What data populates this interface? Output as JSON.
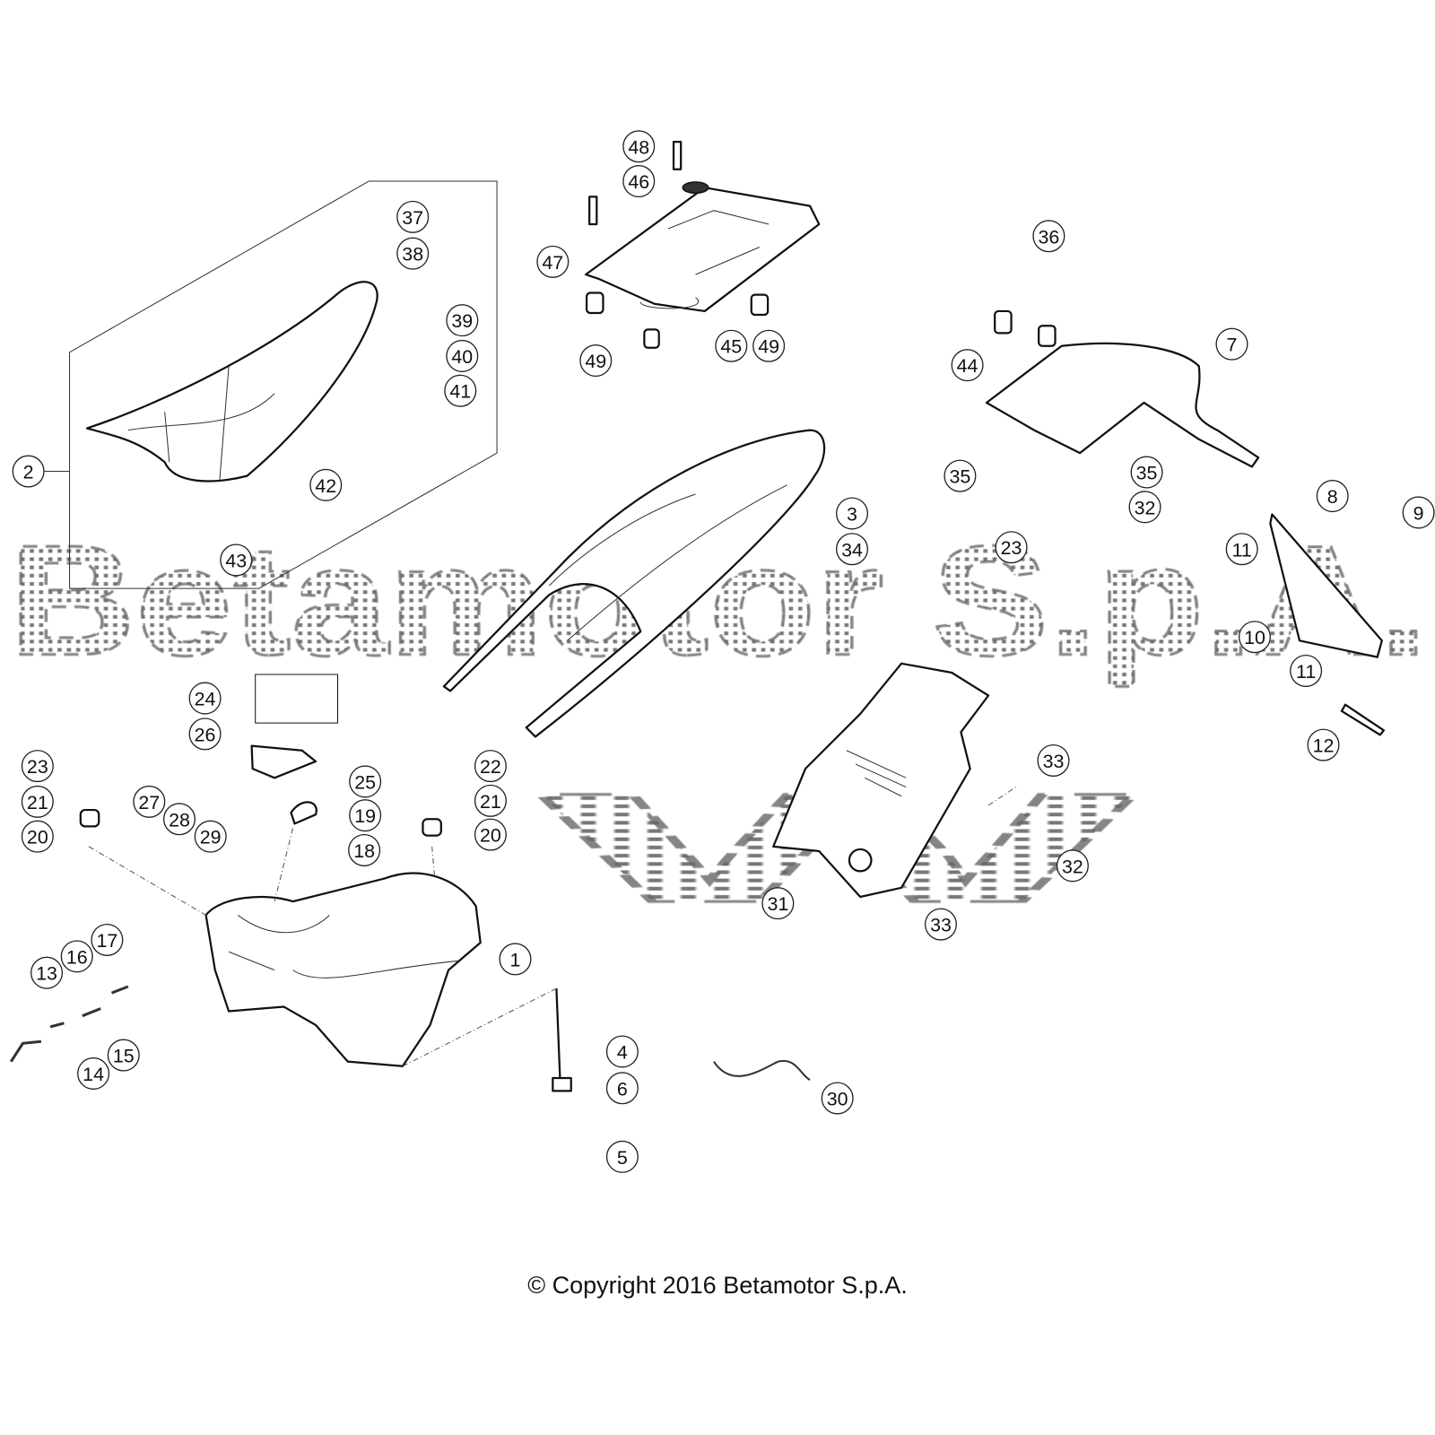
{
  "diagram": {
    "watermark_line1": "Betamotor S.p.A.",
    "watermark_line2": "W",
    "copyright": "© Copyright 2016 Betamotor S.p.A.",
    "callouts": [
      "48",
      "46",
      "47",
      "45",
      "49",
      "49",
      "37",
      "38",
      "39",
      "40",
      "41",
      "42",
      "43",
      "2",
      "36",
      "7",
      "44",
      "35",
      "35",
      "32",
      "23",
      "3",
      "34",
      "8",
      "9",
      "11",
      "10",
      "11",
      "12",
      "24",
      "26",
      "23",
      "21",
      "20",
      "27",
      "28",
      "29",
      "25",
      "19",
      "18",
      "22",
      "21",
      "20",
      "33",
      "32",
      "33",
      "31",
      "1",
      "17",
      "16",
      "13",
      "15",
      "14",
      "4",
      "6",
      "5",
      "30"
    ]
  }
}
